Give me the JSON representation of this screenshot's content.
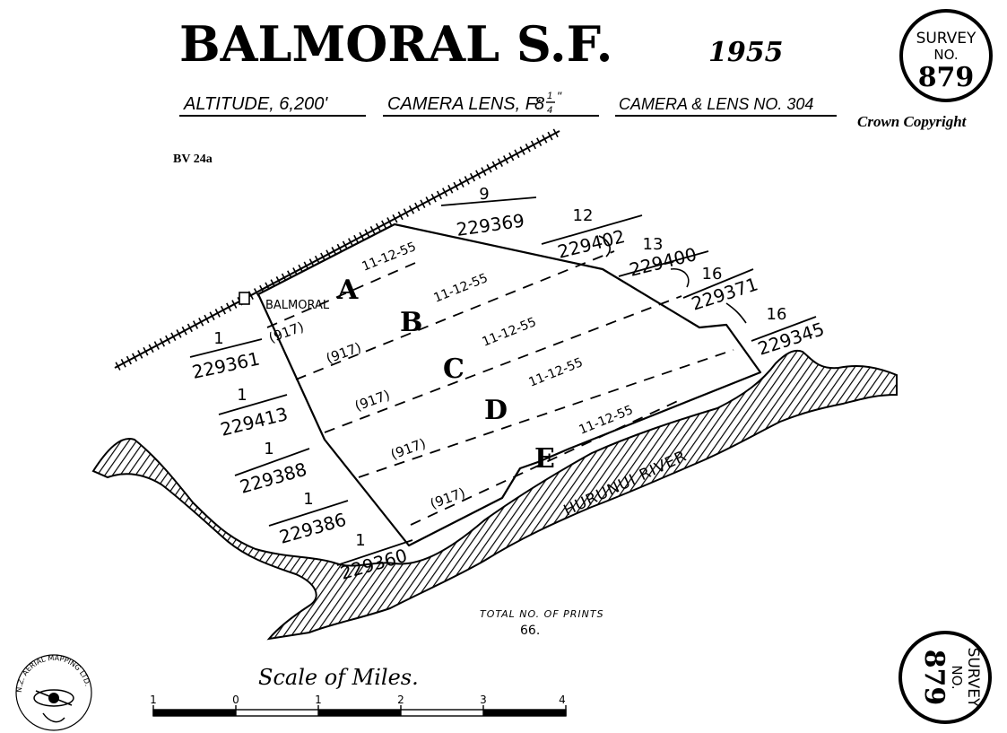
{
  "header": {
    "title": "BALMORAL S.F.",
    "year": "1955",
    "altitude": "ALTITUDE, 6,200'",
    "camera_lens_prefix": "CAMERA LENS, F:8",
    "camera_lens_whole": "8",
    "camera_lens_frac_num": "1",
    "camera_lens_frac_den": "4",
    "camera_lens_unit": "\"",
    "camera_number": "CAMERA & LENS NO. 304",
    "copyright": "Crown Copyright",
    "reference": "BV 24a"
  },
  "survey_badge": {
    "line1": "SURVEY",
    "line2": "NO.",
    "number": "879"
  },
  "map": {
    "place_label": "BALMORAL",
    "river_label": "HURUNUI RIVER",
    "run_number": "(917)",
    "flight_date": "11-12-55",
    "strips": [
      "A",
      "B",
      "C",
      "D",
      "E"
    ],
    "total_prints_label": "TOTAL NO. OF PRINTS",
    "total_prints_value": "66.",
    "boundary_labels": [
      {
        "top": "9",
        "bottom": "229369"
      },
      {
        "top": "12",
        "bottom": "229402"
      },
      {
        "top": "13",
        "bottom": "229400"
      },
      {
        "top": "16",
        "bottom": "229371"
      },
      {
        "top": "16",
        "bottom": "229345"
      },
      {
        "top": "1",
        "bottom": "229361"
      },
      {
        "top": "1",
        "bottom": "229413"
      },
      {
        "top": "1",
        "bottom": "229388"
      },
      {
        "top": "1",
        "bottom": "229386"
      },
      {
        "top": "1",
        "bottom": "229360"
      }
    ]
  },
  "scale": {
    "title": "Scale of Miles.",
    "ticks": [
      "1",
      "0",
      "1",
      "2",
      "3",
      "4"
    ]
  },
  "logo": {
    "text": "N.Z. AERIAL MAPPING LTD."
  },
  "colors": {
    "ink": "#000000",
    "paper": "#ffffff"
  }
}
